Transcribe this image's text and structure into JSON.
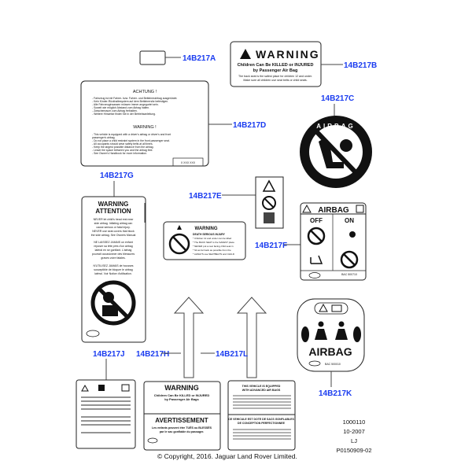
{
  "callouts": {
    "A": "14B217A",
    "B": "14B217B",
    "C": "14B217C",
    "D": "14B217D",
    "E": "14B217E",
    "F": "14B217F",
    "G": "14B217G",
    "H": "14B217H",
    "J": "14B217J",
    "K": "14B217K",
    "L": "14B217L"
  },
  "label_b": {
    "heading": "WARNING",
    "line1": "Children Can Be KILLED or INJURED",
    "line2": "by Passenger Air Bag",
    "small1": "The back seat is the safest place for children 12 and under.",
    "small2": "Make sure all children use seat belts or child seats."
  },
  "label_c": {
    "text": "AIRBAG"
  },
  "label_d": {
    "heading1": "ACHTUNG !",
    "german": [
      "- Fahrzeug ist mit Fahrer- bzw. Fahrer- und Beifahrerairbag ausgerüstet.",
      "- Kein Kinder-Rückhaltesystem auf dem Beifahrersitz befestigen.",
      "- Alle Fahrzeuginsassen müssen immer angegurtet sein.",
      "- Soweit wie möglich Abstand zum Airbag halten.",
      "- Zwischenraum zum Airbag freihalten.",
      "- Weitere Hinweise findet Sie in der Betriebsanleitung."
    ],
    "heading2": "WARNING !",
    "english": [
      "- This vehicle is equipped with a driver's airbag or driver's and front",
      "  passenger's airbag.",
      "- Do not place a child restraint system in the front passenger seat.",
      "- All occupants should wear safety belts at all times.",
      "- Keep the largest possible distance from the airbag.",
      "- Leave the space between you and the airbag free.",
      "- See Owner's Handbook for more information."
    ],
    "code": "X XXX XXX"
  },
  "label_g": {
    "heading1": "WARNING",
    "heading2": "ATTENTION",
    "en": [
      "NEVER let child's head rest near",
      "side airbag. Inflating airbag can",
      "cause serious or fatal injury.",
      "NEVER use seat covers that block",
      "the side airbag. See Owners Manual"
    ],
    "fr1": [
      "NE LAISSEZ JAMAIS un enfant",
      "reposer sa tête près d'un airbag",
      "latéral en se gonflant. L'airbag",
      "pourrait occasionner des blessures",
      "graves voire fatales."
    ],
    "fr2": [
      "N'UTILISEZ JAMAIS de housses",
      "susceptible de bloquer le airbag",
      "latéral. Voir Notice d'utilisation."
    ]
  },
  "label_f": {
    "heading": "WARNING",
    "sub": "DEATH  SERIOUS INJURY",
    "lines": [
      "* Children 12 and under can be killed",
      "* The BACK SEAT is the SAFEST place",
      "* NEVER put a rear facing child seat in",
      "* Sit as far back as possible from the",
      "* ALWAYS use SEATBELTS and CHILD"
    ]
  },
  "label_airbag_offon": {
    "title": "AIRBAG",
    "off": "OFF",
    "on": "ON",
    "code": "BAC 500710"
  },
  "label_k": {
    "text": "AIRBAG",
    "code": "BAC 500010"
  },
  "label_h": {
    "heading": "WARNING",
    "line1": "Children Can Be KILLED or INJURED",
    "line2": "by Passenger Air Bags",
    "heading_fr": "AVERTISSEMENT",
    "fr1": "Les enfants peuvent être TUÉS ou BLESSÉS",
    "fr2": "par le sac gonflable du passager."
  },
  "label_l": {
    "line1": "THIS VEHICLE IS EQUIPPED",
    "line2": "WITH ADVANCED AIR BAGS",
    "fr1": "CE VEHICULE EST DOTE DE SACS GONFLABLES",
    "fr2": "DE CONCEPTION PERFECTIONNEE"
  },
  "footer": {
    "copyright": "© Copyright, 2016. Jaguar Land Rover Limited.",
    "ref1": "1000110",
    "ref2": "10-2007",
    "ref3": "LJ",
    "ref4": "P0150909-02"
  },
  "colors": {
    "callout": "#1a3cf0"
  }
}
